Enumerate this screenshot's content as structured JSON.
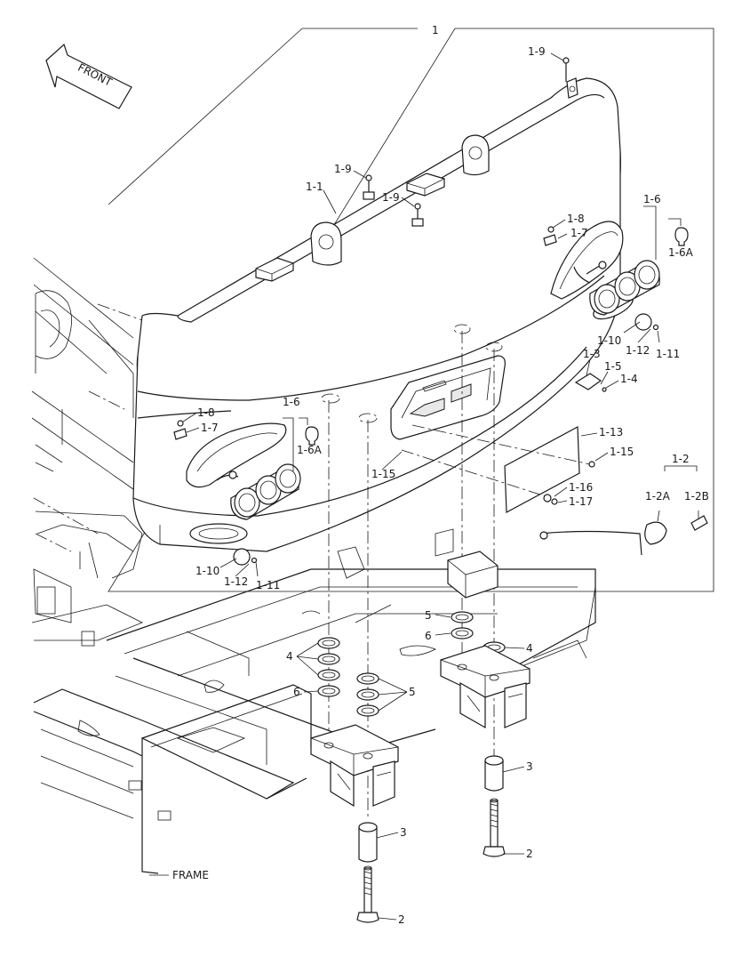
{
  "diagram": {
    "direction_label": "FRONT",
    "frame_label": "FRAME",
    "assembly_label": "1",
    "callouts": {
      "c1_9a": "1-9",
      "c1_9b": "1-9",
      "c1_9c": "1-9",
      "c1_1": "1-1",
      "c1_8r": "1-8",
      "c1_7r": "1-7",
      "c1_6r": "1-6",
      "c1_6Ar": "1-6A",
      "c1_10r": "1-10",
      "c1_12r": "1-12",
      "c1_11r": "1-11",
      "c1_3": "1-3",
      "c1_5": "1-5",
      "c1_4": "1-4",
      "c1_13": "1-13",
      "c1_15r": "1-15",
      "c1_2": "1-2",
      "c1_2A": "1-2A",
      "c1_2B": "1-2B",
      "c1_16": "1-16",
      "c1_17": "1-17",
      "c1_8l": "1-8",
      "c1_7l": "1-7",
      "c1_6l": "1-6",
      "c1_6Al": "1-6A",
      "c1_15l": "1-15",
      "c1_10l": "1-10",
      "c1_12l": "1-12",
      "c1_11l": "1-11",
      "c5a": "5",
      "c6a": "6",
      "c4a": "4",
      "c4b": "4",
      "c6b": "6",
      "c5b": "5",
      "c3a": "3",
      "c2a": "2",
      "c3b": "3",
      "c2b": "2"
    }
  }
}
